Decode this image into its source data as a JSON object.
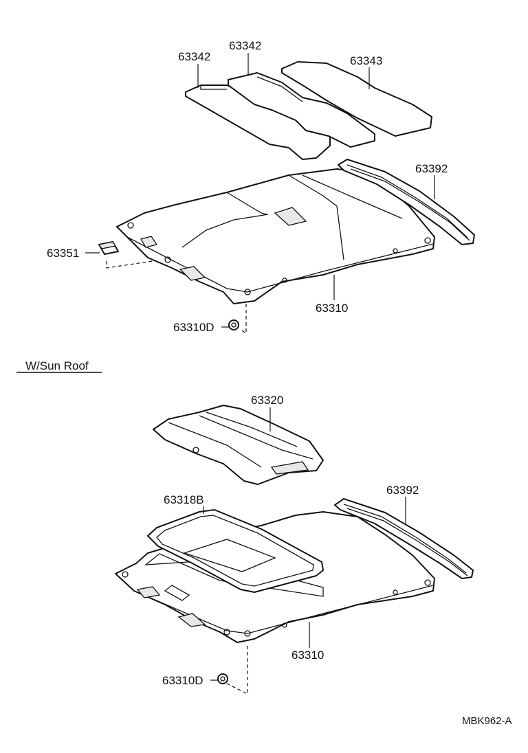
{
  "labels": {
    "p63342_left": "63342",
    "p63342_right": "63342",
    "p63343": "63343",
    "p63392_top": "63392",
    "p63351": "63351",
    "p63310_top": "63310",
    "p63310D_top": "63310D",
    "section_title": "W/Sun Roof",
    "p63320": "63320",
    "p63318B": "63318B",
    "p63392_bottom": "63392",
    "p63310_bottom": "63310",
    "p63310D_bottom": "63310D",
    "figure_code": "MBK962-A"
  }
}
